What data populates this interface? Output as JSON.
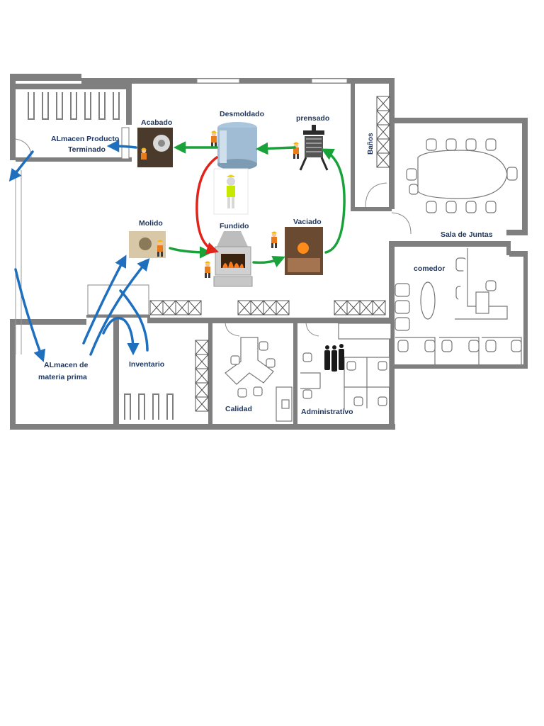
{
  "title": "",
  "rooms": {
    "almacen_producto_line1": "ALmacen Producto",
    "almacen_producto_line2": "Terminado",
    "almacen_materia_line1": "ALmacen de",
    "almacen_materia_line2": "materia prima",
    "inventario": "Inventario",
    "calidad": "Calidad",
    "administrativo": "Administrativo",
    "banos": "Baños",
    "sala_juntas": "Sala de Juntas",
    "comedor": "comedor"
  },
  "stations": {
    "acabado": "Acabado",
    "desmoldado": "Desmoldado",
    "prensado": "prensado",
    "molido": "Molido",
    "fundido": "Fundido",
    "vaciado": "Vaciado"
  },
  "colors": {
    "wall": "#7f7f7f",
    "label": "#1f3864",
    "flow_green": "#1aa23a",
    "flow_red": "#e2231a",
    "flow_blue": "#1f6fbf"
  },
  "icons": [
    "worker-icon",
    "furnace-icon",
    "tank-icon",
    "press-icon",
    "furniture-icon"
  ]
}
